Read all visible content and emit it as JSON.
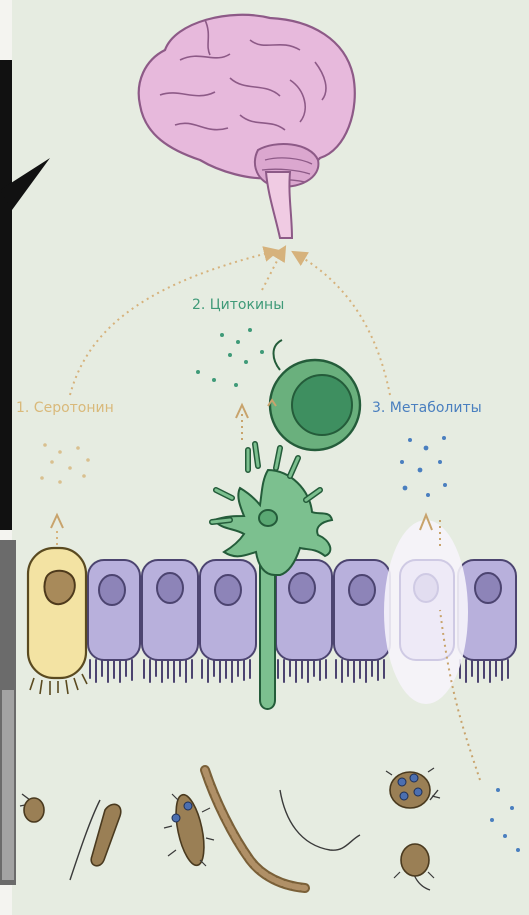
{
  "labels": {
    "serotonin": "1. Серотонин",
    "cytokines": "2. Цитокины",
    "metabolites": "3. Метаболиты"
  },
  "colors": {
    "background": "#e6ece1",
    "serotonin": "#d9b97a",
    "cytokines": "#3f9a78",
    "metabolites": "#4a7fbf",
    "brain": "#e7b9dc",
    "epithelium": "#b8b0dc",
    "enteroendocrine_cell": "#f3e3a3",
    "immune_cell": "#7cc08f",
    "bacteria": "#9a7f55"
  },
  "icons": {
    "brain": "brain-icon",
    "gut_lining": "intestinal-epithelium-icon",
    "immune_cell": "dendritic-cell-icon",
    "microbes": "gut-bacteria-icon"
  }
}
